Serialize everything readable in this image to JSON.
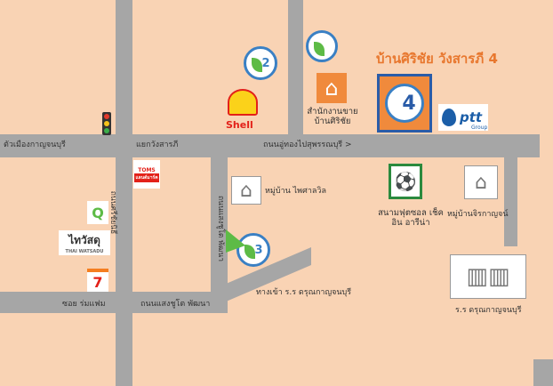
{
  "title": "บ้านศิริชัย วังสารภี 4",
  "roads": {
    "main_left": "ตัวเมืองกาญจนบุรี",
    "junction": "แยกวังสารภี",
    "main_right": "ถนนอู่ทองไปสุพรรณบุรี >",
    "vertical_left": "ถนนศรีชัยนิธี",
    "vertical_mid": "ถนนแสงชูโต พัฒนา",
    "bottom_left": "ซอย ร่มแฟม",
    "bottom_mid": "ถนนแสงชูโต พัฒนา"
  },
  "places": {
    "office": "สำนักงานขาย บ้านศิริชัย",
    "village_pai": "หมู่บ้าน ไพศาลวิล",
    "village_jira": "หมู่บ้านจิรกาญจน์",
    "football": "สนามฟุตซอล เช็คอิน อารีน่า",
    "school_entrance": "ทางเข้า ร.ร ดรุณกาญจนบุรี",
    "school": "ร.ร ดรุณกาญจนบุรี",
    "thaiwatsadu": "ไทวัสดุ",
    "thaiwatsadu_sub": "THAI WATSADU",
    "home_pro": "TOMS",
    "home_pro_sub": "แลนด์มาร์ค",
    "seven": "7",
    "shell": "Shell",
    "ptt": "ptt",
    "ptt_sub": "Group"
  },
  "projects": {
    "p2": "2",
    "p3": "3",
    "p4": "4",
    "brand": "ศิริชัย"
  },
  "colors": {
    "background": "#f9d3b4",
    "road": "#a6a6a6",
    "accent": "#e8772e",
    "brand_blue": "#2a5ca8"
  }
}
